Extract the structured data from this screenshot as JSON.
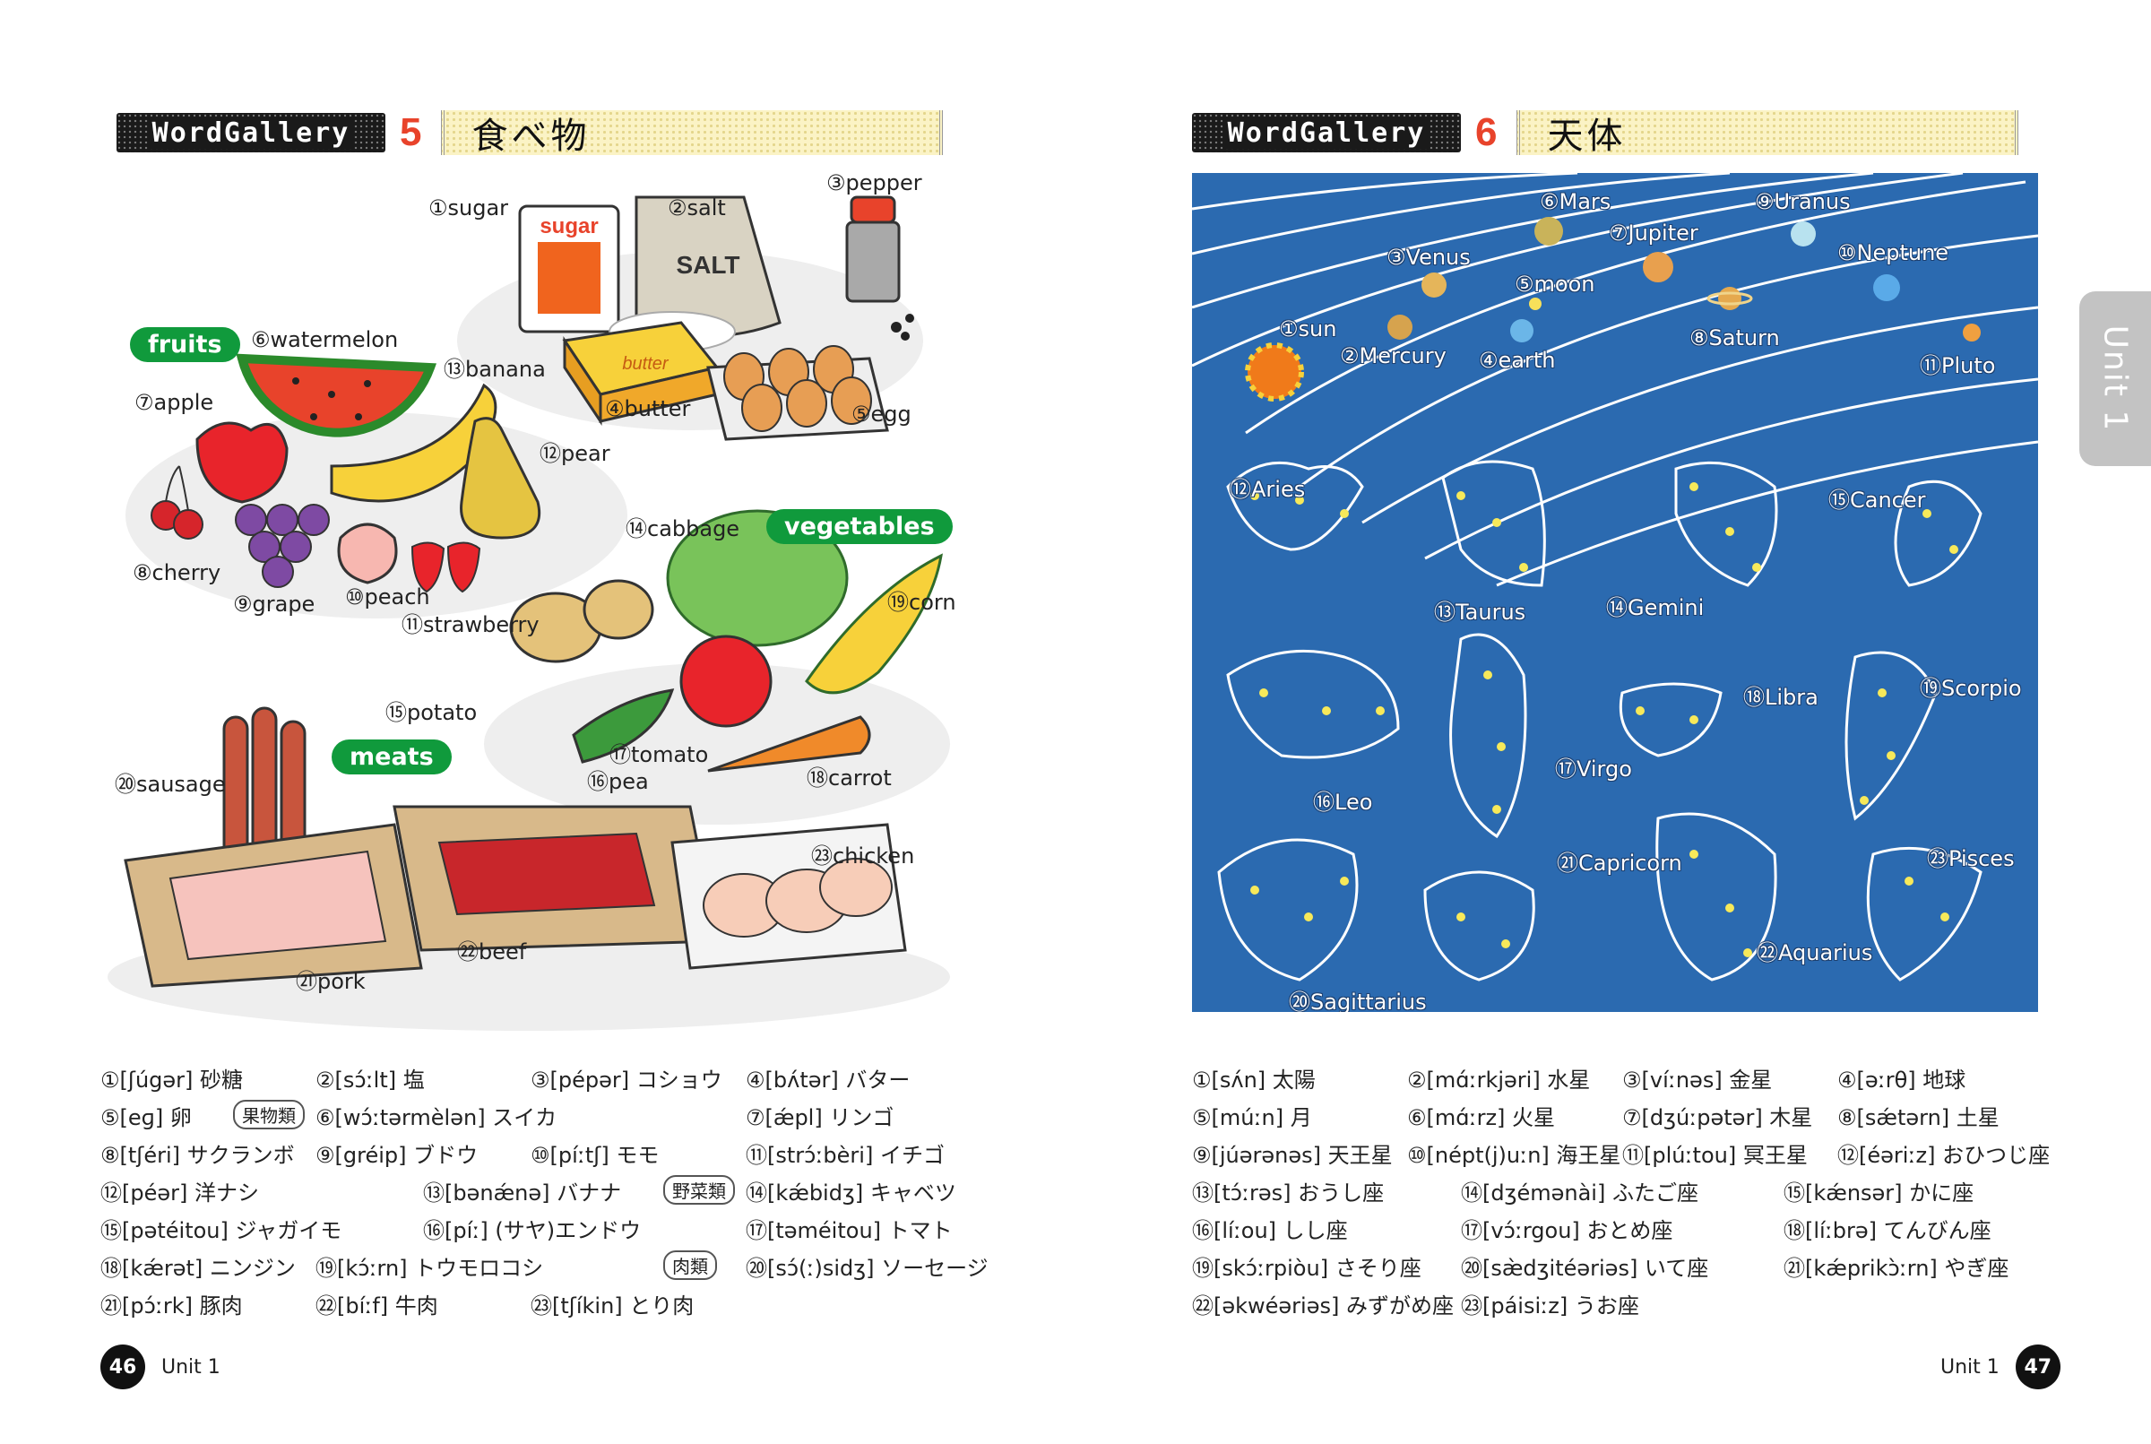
{
  "left": {
    "header": {
      "brand": "WordGallery",
      "number": "5",
      "title": "食べ物"
    },
    "badges": {
      "fruits": "fruits",
      "vegetables": "vegetables",
      "meats": "meats"
    },
    "sugar_bag_text": "sugar",
    "salt_bag_text": "SALT",
    "butter_box_text": "butter",
    "labels": [
      "①sugar",
      "②salt",
      "③pepper",
      "④butter",
      "⑤egg",
      "⑥watermelon",
      "⑦apple",
      "⑧cherry",
      "⑨grape",
      "⑩peach",
      "⑪strawberry",
      "⑫pear",
      "⑬banana",
      "⑭cabbage",
      "⑮potato",
      "⑯pea",
      "⑰tomato",
      "⑱carrot",
      "⑲corn",
      "⑳sausage",
      "㉑pork",
      "㉒beef",
      "㉓chicken"
    ],
    "glossary": [
      [
        "①[ʃúgər] 砂糖",
        "②[sɔ́ːlt] 塩",
        "③[pépər] コショウ",
        "④[bʌ́tər] バター"
      ],
      [
        "⑤[eɡ] 卵",
        "果物類",
        "⑥[wɔ́ːtərmèlən] スイカ",
        "⑦[ǽpl] リンゴ"
      ],
      [
        "⑧[tʃéri] サクランボ",
        "⑨[gréip] ブドウ",
        "⑩[píːtʃ] モモ",
        "⑪[strɔ́ːbèri] イチゴ"
      ],
      [
        "⑫[péər] 洋ナシ",
        "⑬[bənǽnə] バナナ",
        "野菜類",
        "⑭[kǽbidʒ] キャベツ"
      ],
      [
        "⑮[pətéitou] ジャガイモ",
        "⑯[píː] (サヤ)エンドウ",
        "⑰[təméitou] トマト"
      ],
      [
        "⑱[kǽrət] ニンジン",
        "⑲[kɔ́ːrn] トウモロコシ",
        "肉類",
        "⑳[sɔ́(ː)sidʒ] ソーセージ"
      ],
      [
        "㉑[pɔ́ːrk] 豚肉",
        "㉒[bíːf] 牛肉",
        "㉓[tʃíkin] とり肉"
      ]
    ],
    "page_number": "46",
    "unit": "Unit 1"
  },
  "right": {
    "header": {
      "brand": "WordGallery",
      "number": "6",
      "title": "天体"
    },
    "labels": [
      "①sun",
      "②Mercury",
      "③Venus",
      "④earth",
      "⑤moon",
      "⑥Mars",
      "⑦Jupiter",
      "⑧Saturn",
      "⑨Uranus",
      "⑩Neptune",
      "⑪Pluto",
      "⑫Aries",
      "⑬Taurus",
      "⑭Gemini",
      "⑮Cancer",
      "⑯Leo",
      "⑰Virgo",
      "⑱Libra",
      "⑲Scorpio",
      "⑳Sagittarius",
      "㉑Capricorn",
      "㉒Aquarius",
      "㉓Pisces"
    ],
    "glossary": [
      [
        "①[sʌ́n] 太陽",
        "②[mɑ́ːrkjəri] 水星",
        "③[víːnəs] 金星",
        "④[əːrθ] 地球"
      ],
      [
        "⑤[múːn] 月",
        "⑥[mɑ́ːrz] 火星",
        "⑦[dʒúːpətər] 木星",
        "⑧[sǽtərn] 土星"
      ],
      [
        "⑨[júərənəs] 天王星",
        "⑩[népt(j)uːn] 海王星",
        "⑪[plúːtou] 冥王星",
        "⑫[éəriːz] おひつじ座"
      ],
      [
        "⑬[tɔ́ːrəs] おうし座",
        "⑭[dʒémənài] ふたご座",
        "⑮[kǽnsər] かに座"
      ],
      [
        "⑯[líːou] しし座",
        "⑰[vɔ́ːrgou] おとめ座",
        "⑱[líːbrə] てんびん座"
      ],
      [
        "⑲[skɔ́ːrpiòu] さそり座",
        "⑳[sæ̀dʒitéəriəs] いて座",
        "㉑[kǽprikɔ̀ːrn] やぎ座"
      ],
      [
        "㉒[əkwéəriəs] みずがめ座",
        "㉓[páisiːz] うお座"
      ]
    ],
    "page_number": "47",
    "unit": "Unit 1",
    "side_tab": "Unit 1"
  },
  "colors": {
    "accent_red": "#e8432b",
    "badge_green": "#109a3c",
    "sky_blue": "#2b6ab0",
    "title_bar": "#fbf3c5"
  }
}
